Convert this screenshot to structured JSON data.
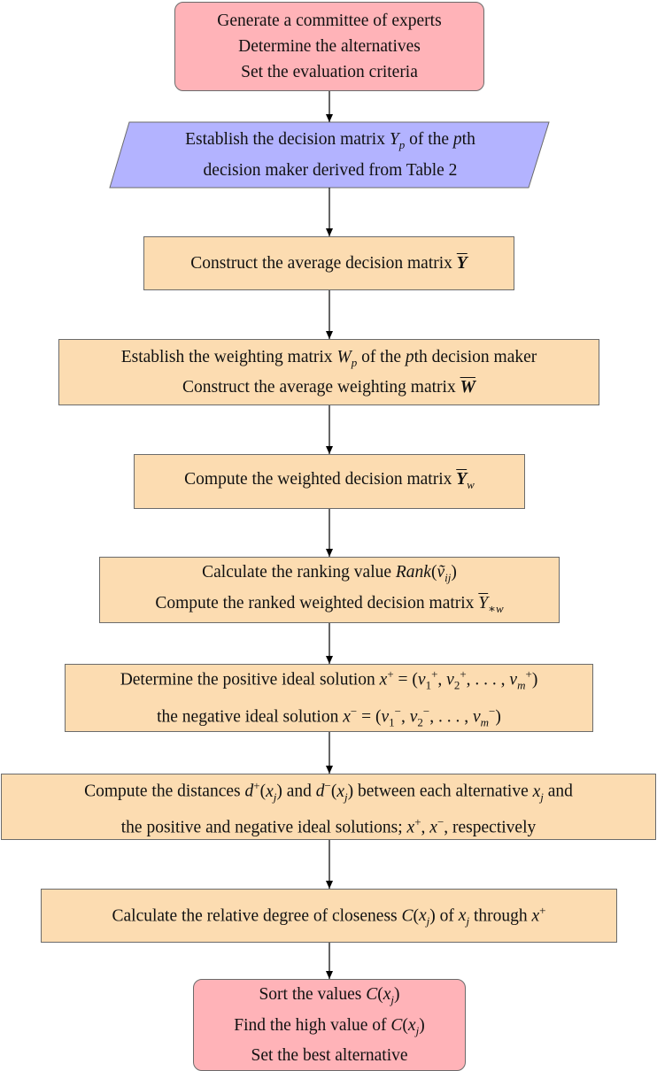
{
  "diagram": {
    "colors": {
      "terminal_fill": "#ffb3b8",
      "input_fill": "#b3b3ff",
      "process_fill": "#fcdcb1",
      "stroke": "#6b6b6b",
      "arrow": "#000000"
    },
    "nodes": [
      {
        "id": "start",
        "shape": "rounded-rectangle",
        "lines": [
          "Generate a committee of experts",
          "Determine the alternatives",
          "Set the evaluation criteria"
        ]
      },
      {
        "id": "decision-matrix",
        "shape": "parallelogram",
        "lines": [
          "Establish the decision matrix Yp of the pth",
          "decision maker derived from Table 2"
        ]
      },
      {
        "id": "average-decision",
        "shape": "rectangle",
        "lines": [
          "Construct the average decision matrix Y"
        ]
      },
      {
        "id": "weighting",
        "shape": "rectangle",
        "lines": [
          "Establish the weighting matrix Wp of the pth decision maker",
          "Construct the average weighting matrix W"
        ]
      },
      {
        "id": "weighted-decision",
        "shape": "rectangle",
        "lines": [
          "Compute the weighted decision matrix Yw"
        ]
      },
      {
        "id": "ranking",
        "shape": "rectangle",
        "lines": [
          "Calculate the ranking value Rank(ṽij)",
          "Compute the ranked weighted decision matrix Y*w"
        ]
      },
      {
        "id": "ideal-solutions",
        "shape": "rectangle",
        "lines": [
          "Determine the positive ideal solution x+ = (v1+, v2+, ..., vm+)",
          "the negative ideal solution x− = (v1−, v2−, ..., vm−)"
        ]
      },
      {
        "id": "distances",
        "shape": "rectangle",
        "lines": [
          "Compute the distances d+(xj) and d−(xj) between each alternative xj and",
          "the positive and negative ideal solutions; x+, x−, respectively"
        ]
      },
      {
        "id": "closeness",
        "shape": "rectangle",
        "lines": [
          "Calculate the relative degree of closeness C(xj) of xj through x+"
        ]
      },
      {
        "id": "end",
        "shape": "rounded-rectangle",
        "lines": [
          "Sort the values C(xj)",
          "Find the high value of C(xj)",
          "Set the best alternative"
        ]
      }
    ],
    "edges": [
      {
        "from": "start",
        "to": "decision-matrix"
      },
      {
        "from": "decision-matrix",
        "to": "average-decision"
      },
      {
        "from": "average-decision",
        "to": "weighting"
      },
      {
        "from": "weighting",
        "to": "weighted-decision"
      },
      {
        "from": "weighted-decision",
        "to": "ranking"
      },
      {
        "from": "ranking",
        "to": "ideal-solutions"
      },
      {
        "from": "ideal-solutions",
        "to": "distances"
      },
      {
        "from": "distances",
        "to": "closeness"
      },
      {
        "from": "closeness",
        "to": "end"
      }
    ]
  }
}
